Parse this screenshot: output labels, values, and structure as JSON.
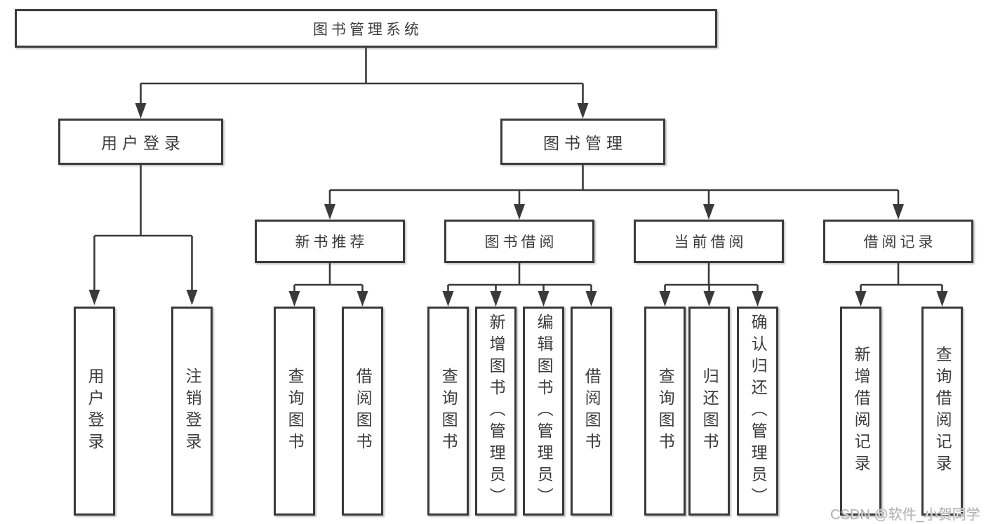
{
  "diagram": {
    "root": {
      "label": "图书管理系统"
    },
    "level2": [
      {
        "label": "用户登录",
        "children": [
          {
            "label": "用户登录"
          },
          {
            "label": "注销登录"
          }
        ]
      },
      {
        "label": "图书管理",
        "children": [
          {
            "label": "新书推荐",
            "children": [
              {
                "label": "查询图书"
              },
              {
                "label": "借阅图书"
              }
            ]
          },
          {
            "label": "图书借阅",
            "children": [
              {
                "label": "查询图书"
              },
              {
                "label": "新增图书（管理员）"
              },
              {
                "label": "编辑图书（管理员）"
              },
              {
                "label": "借阅图书"
              }
            ]
          },
          {
            "label": "当前借阅",
            "children": [
              {
                "label": "查询图书"
              },
              {
                "label": "归还图书"
              },
              {
                "label": "确认归还（管理员）"
              }
            ]
          },
          {
            "label": "借阅记录",
            "children": [
              {
                "label": "新增借阅记录"
              },
              {
                "label": "查询借阅记录"
              }
            ]
          }
        ]
      }
    ]
  },
  "watermark": {
    "text": "CSDN @软件_小贺同学"
  },
  "colors": {
    "line": "#3a3a3a",
    "text": "#3c3c3c",
    "box_fill": "#ffffff",
    "watermark": "#b4b4b6",
    "background": "#ffffff"
  }
}
